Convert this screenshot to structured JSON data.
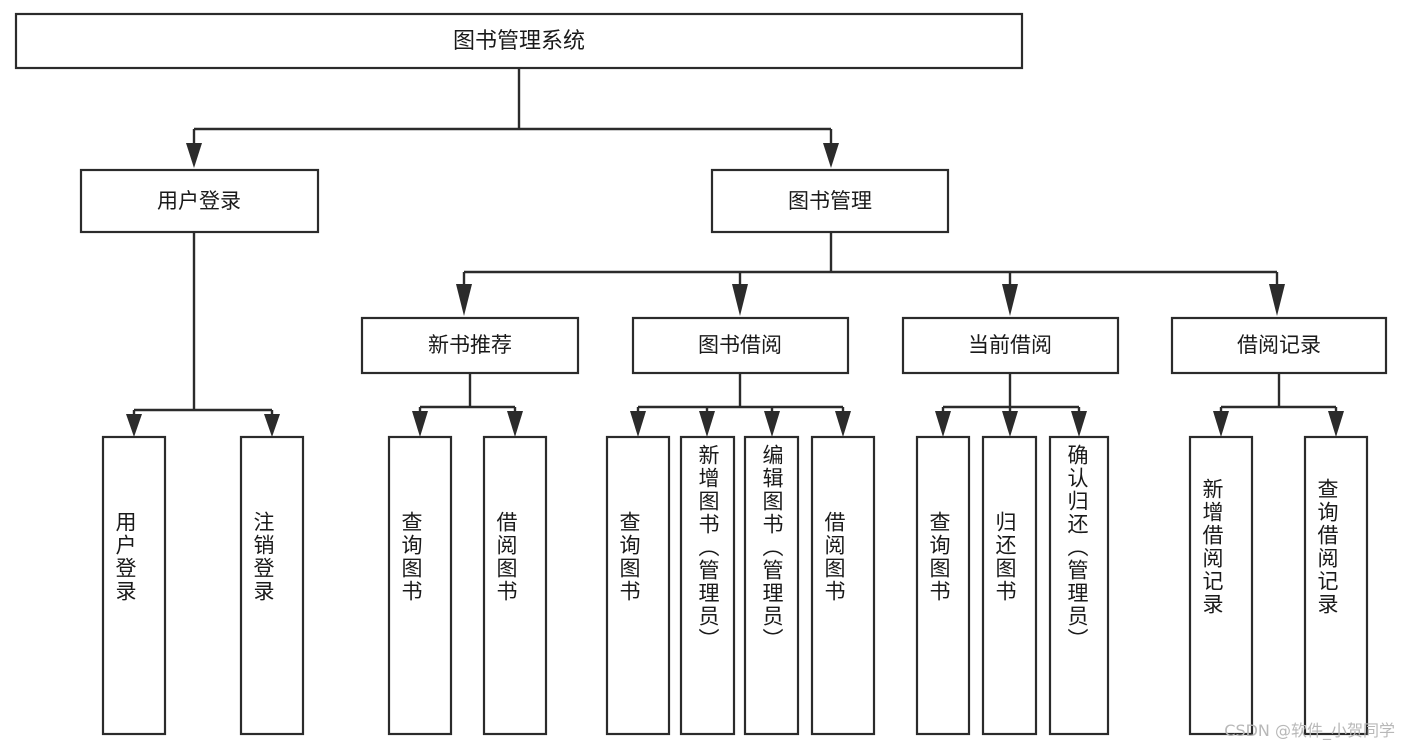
{
  "diagram": {
    "type": "tree-hierarchy-diagram",
    "title": "图书管理系统",
    "orientation": "top-down",
    "levels": 4,
    "root": {
      "id": "root",
      "label": "图书管理系统",
      "text_orientation": "horizontal"
    },
    "level2": [
      {
        "id": "user-login",
        "label": "用户登录",
        "text_orientation": "horizontal"
      },
      {
        "id": "book-manage",
        "label": "图书管理",
        "text_orientation": "horizontal"
      }
    ],
    "level3": [
      {
        "id": "new-book-recommend",
        "label": "新书推荐",
        "text_orientation": "horizontal",
        "parent": "book-manage"
      },
      {
        "id": "book-borrow",
        "label": "图书借阅",
        "text_orientation": "horizontal",
        "parent": "book-manage"
      },
      {
        "id": "current-borrow",
        "label": "当前借阅",
        "text_orientation": "horizontal",
        "parent": "book-manage"
      },
      {
        "id": "borrow-record",
        "label": "借阅记录",
        "text_orientation": "horizontal",
        "parent": "book-manage"
      }
    ],
    "leaves": [
      {
        "id": "leaf-user-login",
        "label": "用户登录",
        "parent": "user-login",
        "text_orientation": "vertical"
      },
      {
        "id": "leaf-user-logout",
        "label": "注销登录",
        "parent": "user-login",
        "text_orientation": "vertical"
      },
      {
        "id": "leaf-query-book-1",
        "label": "查询图书",
        "parent": "new-book-recommend",
        "text_orientation": "vertical"
      },
      {
        "id": "leaf-borrow-book-1",
        "label": "借阅图书",
        "parent": "new-book-recommend",
        "text_orientation": "vertical"
      },
      {
        "id": "leaf-query-book-2",
        "label": "查询图书",
        "parent": "book-borrow",
        "text_orientation": "vertical"
      },
      {
        "id": "leaf-add-book",
        "label": "新增图书（管理员）",
        "parent": "book-borrow",
        "text_orientation": "vertical"
      },
      {
        "id": "leaf-edit-book",
        "label": "编辑图书（管理员）",
        "parent": "book-borrow",
        "text_orientation": "vertical"
      },
      {
        "id": "leaf-borrow-book-2",
        "label": "借阅图书",
        "parent": "book-borrow",
        "text_orientation": "vertical"
      },
      {
        "id": "leaf-query-book-3",
        "label": "查询图书",
        "parent": "current-borrow",
        "text_orientation": "vertical"
      },
      {
        "id": "leaf-return-book",
        "label": "归还图书",
        "parent": "current-borrow",
        "text_orientation": "vertical"
      },
      {
        "id": "leaf-confirm-return",
        "label": "确认归还（管理员）",
        "parent": "current-borrow",
        "text_orientation": "vertical"
      },
      {
        "id": "leaf-add-record",
        "label": "新增借阅记录",
        "parent": "borrow-record",
        "text_orientation": "vertical"
      },
      {
        "id": "leaf-query-record",
        "label": "查询借阅记录",
        "parent": "borrow-record",
        "text_orientation": "vertical"
      }
    ],
    "colors": {
      "background": "#ffffff",
      "box_fill": "#ffffff",
      "box_stroke": "#2b2b2b",
      "connector": "#2b2b2b",
      "text": "#1a1a1a",
      "watermark": "#b8b8b8"
    }
  },
  "watermark": {
    "text": "CSDN @软件_小贺同学"
  }
}
